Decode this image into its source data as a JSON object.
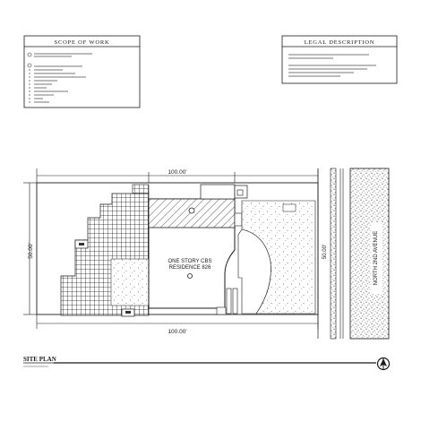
{
  "scope_box": {
    "title": "SCOPE OF WORK"
  },
  "legal_box": {
    "title": "LEGAL DESCRIPTION"
  },
  "plan": {
    "dim_top": "100.00'",
    "dim_bottom": "100.00'",
    "dim_left": "50.00'",
    "dim_right": "50.00'",
    "residence_line1": "ONE STORY CBS",
    "residence_line2": "RESIDENCE 826",
    "street_label": "NORTH 2ND AVENUE"
  },
  "footer": {
    "title": "SITE PLAN"
  },
  "colors": {
    "line": "#1a1a1a",
    "light_line": "#8a8a8a",
    "paper": "#ffffff"
  },
  "icons": {
    "north_arrow": "north-arrow-icon"
  }
}
